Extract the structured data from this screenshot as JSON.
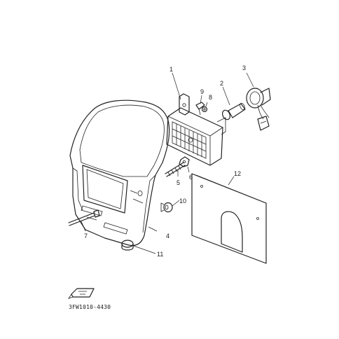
{
  "diagram": {
    "drawing_code": "3FW1010-4430",
    "callouts": {
      "p1": "1",
      "p2": "2",
      "p3": "3",
      "p4": "4",
      "p5": "5",
      "p6": "6",
      "p7": "7",
      "p8": "8",
      "p9": "9",
      "p10": "10",
      "p11": "11",
      "p12": "12"
    },
    "icons": {
      "front_indicator": "front-arrow-icon"
    }
  }
}
